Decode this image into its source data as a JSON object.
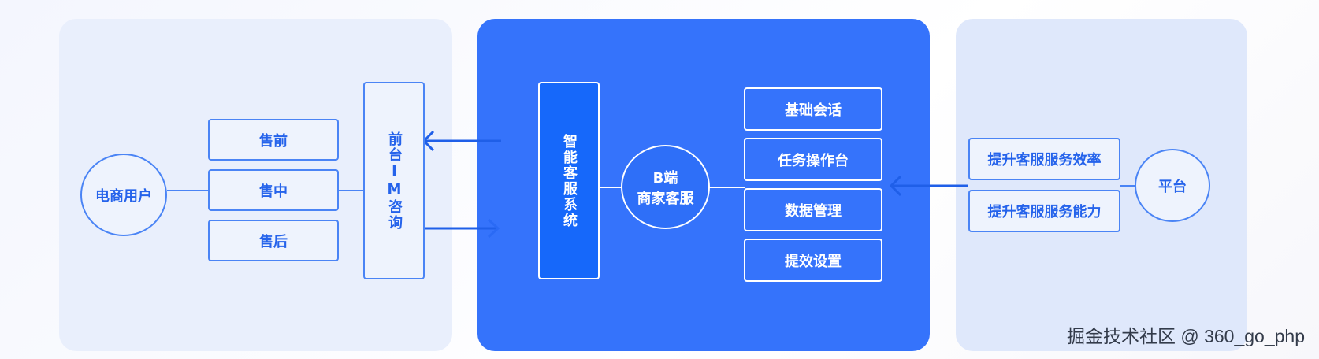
{
  "left": {
    "user_label": "电商用户",
    "stages": [
      "售前",
      "售中",
      "售后"
    ],
    "channel_label": "前台IM咨询"
  },
  "center": {
    "system_label": "智能客服系统",
    "hub_line1": "B端",
    "hub_line2": "商家客服",
    "modules": [
      "基础会话",
      "任务操作台",
      "数据管理",
      "提效设置"
    ]
  },
  "right": {
    "goals": [
      "提升客服服务效率",
      "提升客服服务能力"
    ],
    "platform_label": "平台"
  },
  "watermark": "掘金技术社区 @ 360_go_php",
  "colors": {
    "accent": "#3573fb",
    "line": "#4a84f5",
    "text": "#2563eb",
    "panel": "#e9effc"
  }
}
